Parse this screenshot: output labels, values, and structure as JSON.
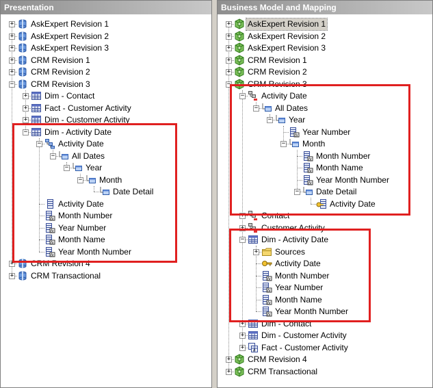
{
  "presentation": {
    "title": "Presentation",
    "items": [
      {
        "label": "AskExpert Revision 1",
        "icon": "catalog-icon",
        "level": 0,
        "exp": "+"
      },
      {
        "label": "AskExpert Revision 2",
        "icon": "catalog-icon",
        "level": 0,
        "exp": "+"
      },
      {
        "label": "AskExpert Revision 3",
        "icon": "catalog-icon",
        "level": 0,
        "exp": "+"
      },
      {
        "label": "CRM Revision 1",
        "icon": "catalog-icon",
        "level": 0,
        "exp": "+"
      },
      {
        "label": "CRM Revision 2",
        "icon": "catalog-icon",
        "level": 0,
        "exp": "+"
      },
      {
        "label": "CRM Revision 3",
        "icon": "catalog-icon",
        "level": 0,
        "exp": "-"
      },
      {
        "label": "Dim - Contact",
        "icon": "table-icon",
        "level": 1,
        "exp": "+"
      },
      {
        "label": "Fact - Customer Activity",
        "icon": "table-icon",
        "level": 1,
        "exp": "+"
      },
      {
        "label": "Dim - Customer Activity",
        "icon": "table-icon",
        "level": 1,
        "exp": "+"
      },
      {
        "label": "Dim - Activity Date",
        "icon": "table-icon",
        "level": 1,
        "exp": "-"
      },
      {
        "label": "Activity Date",
        "icon": "hierarchy-icon",
        "level": 2,
        "exp": "-"
      },
      {
        "label": "All Dates",
        "icon": "level-icon",
        "level": 3,
        "exp": "-"
      },
      {
        "label": "Year",
        "icon": "level-icon",
        "level": 4,
        "exp": "-"
      },
      {
        "label": "Month",
        "icon": "level-icon",
        "level": 5,
        "exp": "-"
      },
      {
        "label": "Date Detail",
        "icon": "level-icon",
        "level": 6,
        "exp": ""
      },
      {
        "label": "Activity Date",
        "icon": "column-icon",
        "level": 2,
        "exp": ""
      },
      {
        "label": "Month Number",
        "icon": "calc-column-icon",
        "level": 2,
        "exp": ""
      },
      {
        "label": "Year Number",
        "icon": "calc-column-icon",
        "level": 2,
        "exp": ""
      },
      {
        "label": "Month Name",
        "icon": "calc-column-icon",
        "level": 2,
        "exp": ""
      },
      {
        "label": "Year Month Number",
        "icon": "calc-column-icon",
        "level": 2,
        "exp": ""
      },
      {
        "label": "CRM Revision 4",
        "icon": "catalog-icon",
        "level": 0,
        "exp": "+"
      },
      {
        "label": "CRM Transactional",
        "icon": "catalog-icon",
        "level": 0,
        "exp": "+"
      }
    ]
  },
  "bmm": {
    "title": "Business Model and Mapping",
    "items": [
      {
        "label": "AskExpert Revision 1",
        "icon": "model-icon",
        "level": 0,
        "exp": "+",
        "selected": true
      },
      {
        "label": "AskExpert Revision 2",
        "icon": "model-icon",
        "level": 0,
        "exp": "+"
      },
      {
        "label": "AskExpert Revision 3",
        "icon": "model-icon",
        "level": 0,
        "exp": "+"
      },
      {
        "label": "CRM Revision 1",
        "icon": "model-icon",
        "level": 0,
        "exp": "+"
      },
      {
        "label": "CRM Revision 2",
        "icon": "model-icon",
        "level": 0,
        "exp": "+"
      },
      {
        "label": "CRM Revision 3",
        "icon": "model-icon",
        "level": 0,
        "exp": "-"
      },
      {
        "label": "Activity Date",
        "icon": "dimension-icon",
        "level": 1,
        "exp": "-"
      },
      {
        "label": "All Dates",
        "icon": "level-icon",
        "level": 2,
        "exp": "-"
      },
      {
        "label": "Year",
        "icon": "level-icon",
        "level": 3,
        "exp": "-"
      },
      {
        "label": "Year Number",
        "icon": "calc-column-icon",
        "level": 4,
        "exp": ""
      },
      {
        "label": "Month",
        "icon": "level-icon",
        "level": 4,
        "exp": "-"
      },
      {
        "label": "Month Number",
        "icon": "calc-column-icon",
        "level": 5,
        "exp": ""
      },
      {
        "label": "Month Name",
        "icon": "calc-column-icon",
        "level": 5,
        "exp": ""
      },
      {
        "label": "Year Month Number",
        "icon": "calc-column-icon",
        "level": 5,
        "exp": ""
      },
      {
        "label": "Date Detail",
        "icon": "level-icon",
        "level": 5,
        "exp": "-"
      },
      {
        "label": "Activity Date",
        "icon": "key-column-icon",
        "level": 6,
        "exp": ""
      },
      {
        "label": "Contact",
        "icon": "dimension-icon",
        "level": 1,
        "exp": "+"
      },
      {
        "label": "Customer Activity",
        "icon": "dimension-icon",
        "level": 1,
        "exp": "+"
      },
      {
        "label": "Dim - Activity Date",
        "icon": "table-icon",
        "level": 1,
        "exp": "-"
      },
      {
        "label": "Sources",
        "icon": "folder-icon",
        "level": 2,
        "exp": "+"
      },
      {
        "label": "Activity Date",
        "icon": "key-icon",
        "level": 2,
        "exp": ""
      },
      {
        "label": "Month Number",
        "icon": "calc-column-icon",
        "level": 2,
        "exp": ""
      },
      {
        "label": "Year Number",
        "icon": "calc-column-icon",
        "level": 2,
        "exp": ""
      },
      {
        "label": "Month Name",
        "icon": "calc-column-icon",
        "level": 2,
        "exp": ""
      },
      {
        "label": "Year Month Number",
        "icon": "calc-column-icon",
        "level": 2,
        "exp": ""
      },
      {
        "label": "Dim - Contact",
        "icon": "table-icon",
        "level": 1,
        "exp": "+"
      },
      {
        "label": "Dim - Customer Activity",
        "icon": "table-icon",
        "level": 1,
        "exp": "+"
      },
      {
        "label": "Fact - Customer Activity",
        "icon": "fact-table-icon",
        "level": 1,
        "exp": "+"
      },
      {
        "label": "CRM Revision 4",
        "icon": "model-icon",
        "level": 0,
        "exp": "+"
      },
      {
        "label": "CRM Transactional",
        "icon": "model-icon",
        "level": 0,
        "exp": "+"
      }
    ]
  },
  "colors": {
    "highlight": "#e02020",
    "titlebar": "#8e8e8e",
    "selection": "#d4d0c8"
  }
}
